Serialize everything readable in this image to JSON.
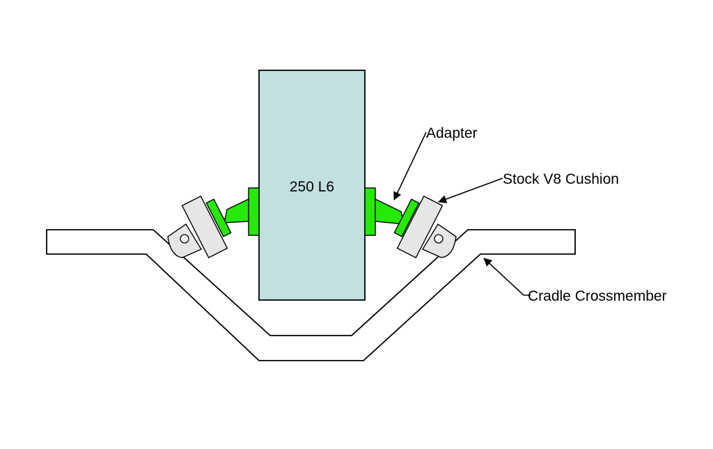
{
  "labels": {
    "engine": "250 L6",
    "adapter": "Adapter",
    "cushion": "Stock V8 Cushion",
    "crossmember": "Cradle Crossmember"
  },
  "colors": {
    "engine_fill": "#c3dfe0",
    "adapter_green": "#27e80b",
    "cushion_fill": "#e6e6e6",
    "outline": "#000000",
    "background": "#ffffff"
  }
}
